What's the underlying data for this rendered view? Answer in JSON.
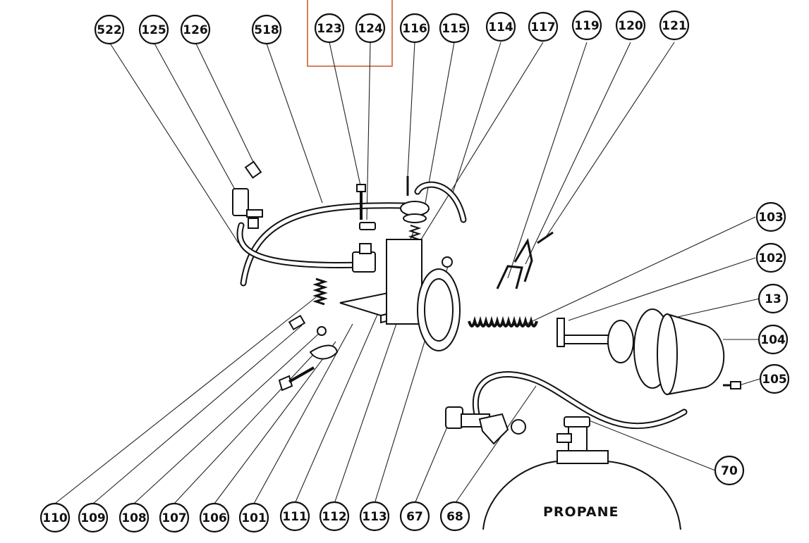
{
  "labels": {
    "top": [
      "522",
      "125",
      "126",
      "518",
      "123",
      "124",
      "116",
      "115",
      "114",
      "117",
      "119",
      "120",
      "121"
    ],
    "right": [
      "103",
      "102",
      "13",
      "104",
      "105",
      "70"
    ],
    "bottom": [
      "110",
      "109",
      "108",
      "107",
      "106",
      "101",
      "111",
      "112",
      "113",
      "67",
      "68"
    ]
  },
  "tank_text": "PROPANE",
  "colors": {
    "ink": "#111111",
    "highlight_box": "#d4704a",
    "paper": "#ffffff"
  }
}
